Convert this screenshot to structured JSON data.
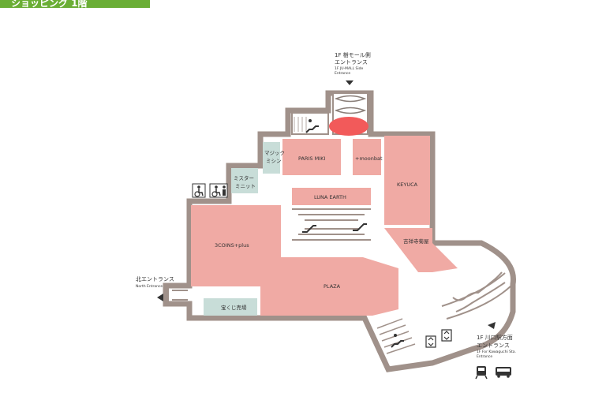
{
  "header": {
    "tab_label": "ショッピング 1階",
    "tab_color": "#6aae35"
  },
  "colors": {
    "wall": "#a0918a",
    "shop": "#f0aaa4",
    "service": "#c8ddd8",
    "highlight": "#f25a5a",
    "ink": "#333333"
  },
  "entrances": {
    "top": {
      "ja": "1F 樹モール側",
      "ja2": "エントランス",
      "en": "1F JU-MALL Side",
      "en2": "Entrance"
    },
    "north": {
      "ja": "北エントランス",
      "en": "North Entrance"
    },
    "east": {
      "ja": "1F 川口駅方面",
      "ja2": "エントランス",
      "en": "1F For Kawaguchi Sta.",
      "en2": "Entrance"
    }
  },
  "shops": {
    "magic_mishin": {
      "line1": "マジック",
      "line2": "ミシン"
    },
    "paris_miki": "PARIS MIKI",
    "moonbat": "+moonbat",
    "keyuca": "KEYUCA",
    "mister_minit": {
      "line1": "ミスター",
      "line2": "ミニット"
    },
    "luna_earth": "LUNA EARTH",
    "three_coins": "3COINS+plus",
    "kichijoji_kikanbo": "吉祥寺菊屋",
    "plaza": "PLAZA",
    "takarakuji": "宝くじ売場"
  },
  "icons": [
    "wheelchair-icon",
    "accessible-toilet-icon",
    "escalator-icon",
    "stairs-icon",
    "elevator-icon",
    "train-icon",
    "bus-icon",
    "entrance-arrow-icon"
  ]
}
